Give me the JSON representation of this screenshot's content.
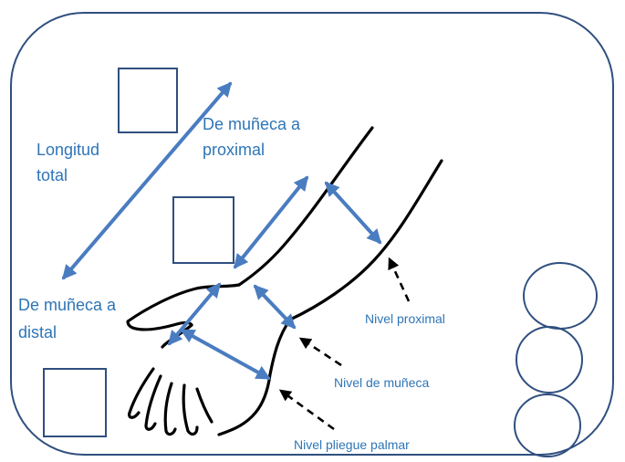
{
  "labels": {
    "longitud_total": [
      "Longitud",
      "total"
    ],
    "muneca_proximal": [
      "De muñeca a",
      "proximal"
    ],
    "muneca_distal": [
      "De muñeca a",
      "distal"
    ],
    "nivel_proximal": "Nivel proximal",
    "nivel_muneca": "Nivel de muñeca",
    "nivel_pliegue": "Nivel pliegue palmar"
  },
  "colors": {
    "label": "#2e75b6",
    "arrow": "#4a7cc0",
    "frame": "#2f4f7f",
    "outline": "#000000"
  },
  "icons": [
    "double-arrow-icon",
    "dashed-pointer-arrow-icon",
    "square-marker-icon",
    "circle-marker-icon"
  ]
}
